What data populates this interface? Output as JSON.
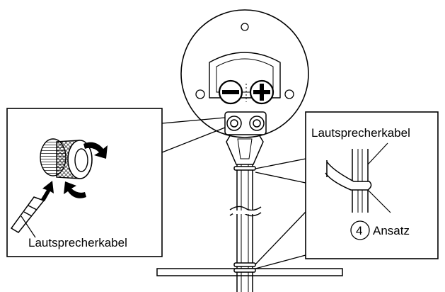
{
  "labels": {
    "left_cable": "Lautsprecherkabel",
    "right_cable": "Lautsprecherkabel",
    "step_number": "4",
    "right_tab": "Ansatz"
  },
  "colors": {
    "line": "#000000",
    "background": "#ffffff",
    "hatch": "#000000"
  },
  "icons": {
    "minus_terminal": "minus-terminal-icon",
    "plus_terminal": "plus-terminal-icon",
    "rotate_arrows": "rotate-arrow-icon",
    "insert_arrow": "insert-arrow-icon"
  }
}
